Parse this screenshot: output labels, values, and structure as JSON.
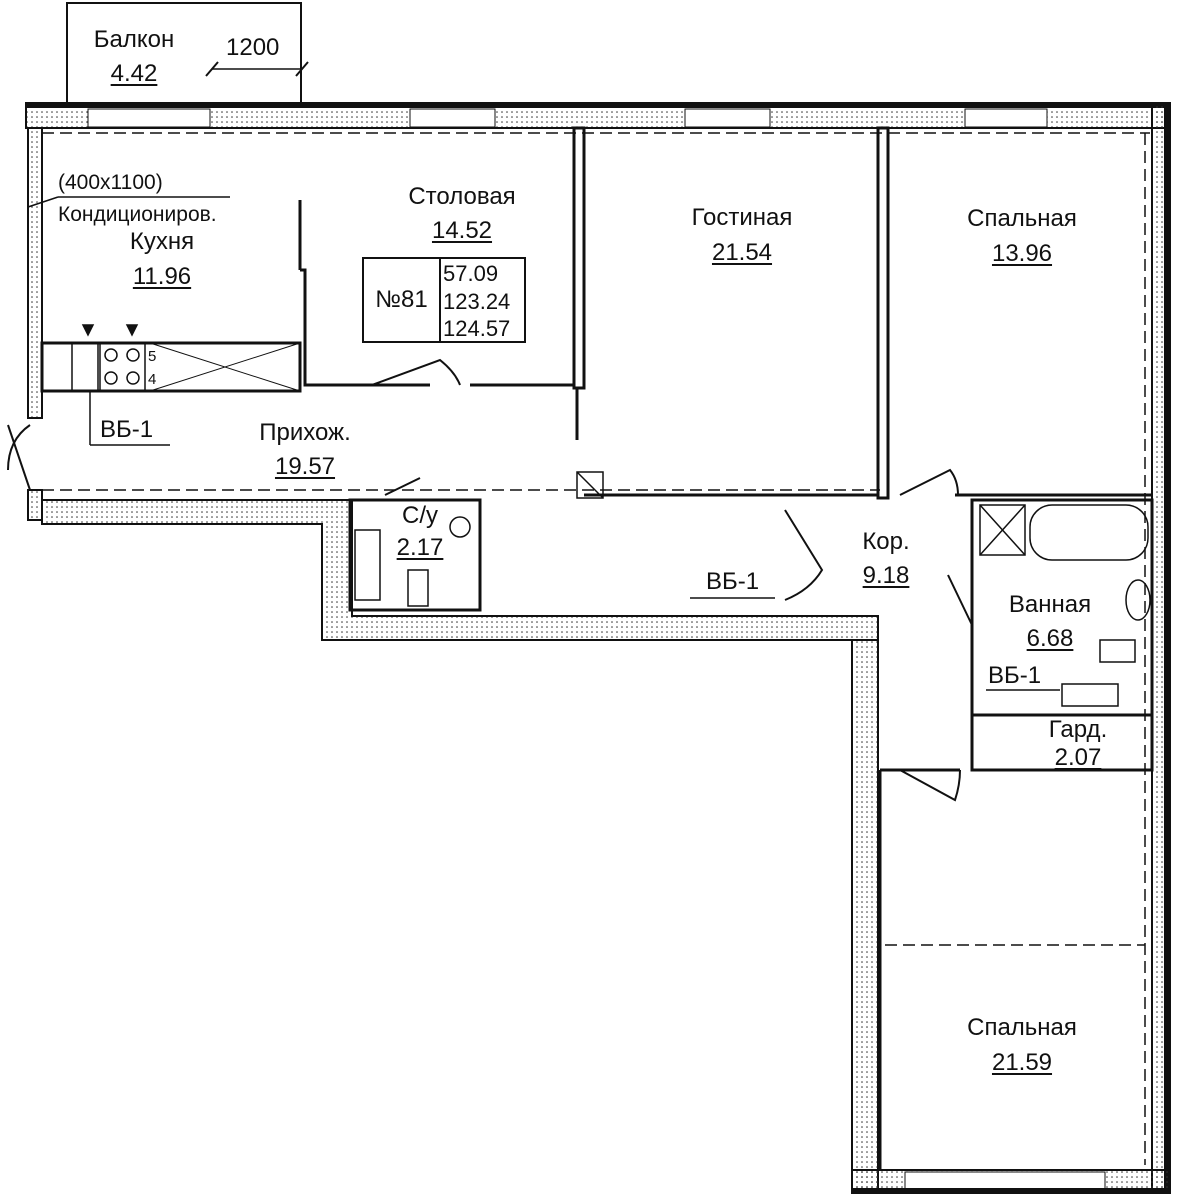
{
  "unit": {
    "number": "№81",
    "areas": [
      "57.09",
      "123.24",
      "124.57"
    ]
  },
  "rooms": [
    {
      "id": "balcony",
      "name": "Балкон",
      "area": "4.42"
    },
    {
      "id": "kitchen",
      "name": "Кухня",
      "area": "11.96"
    },
    {
      "id": "dining",
      "name": "Столовая",
      "area": "14.52"
    },
    {
      "id": "living",
      "name": "Гостиная",
      "area": "21.54"
    },
    {
      "id": "bedroom1",
      "name": "Спальная",
      "area": "13.96"
    },
    {
      "id": "hallway",
      "name": "Прихож.",
      "area": "19.57"
    },
    {
      "id": "wc",
      "name": "С/у",
      "area": "2.17"
    },
    {
      "id": "corridor",
      "name": "Кор.",
      "area": "9.18"
    },
    {
      "id": "bathroom",
      "name": "Ванная",
      "area": "6.68"
    },
    {
      "id": "wardrobe",
      "name": "Гард.",
      "area": "2.07"
    },
    {
      "id": "bedroom2",
      "name": "Спальная",
      "area": "21.59"
    }
  ],
  "annotations": {
    "balcony_dim": "1200",
    "ac_size": "(400x1100)",
    "ac_label": "Кондициониров.",
    "vb_label": "ВБ-1",
    "stove_5": "5",
    "stove_4": "4"
  },
  "colors": {
    "line": "#111111",
    "background": "#ffffff"
  }
}
